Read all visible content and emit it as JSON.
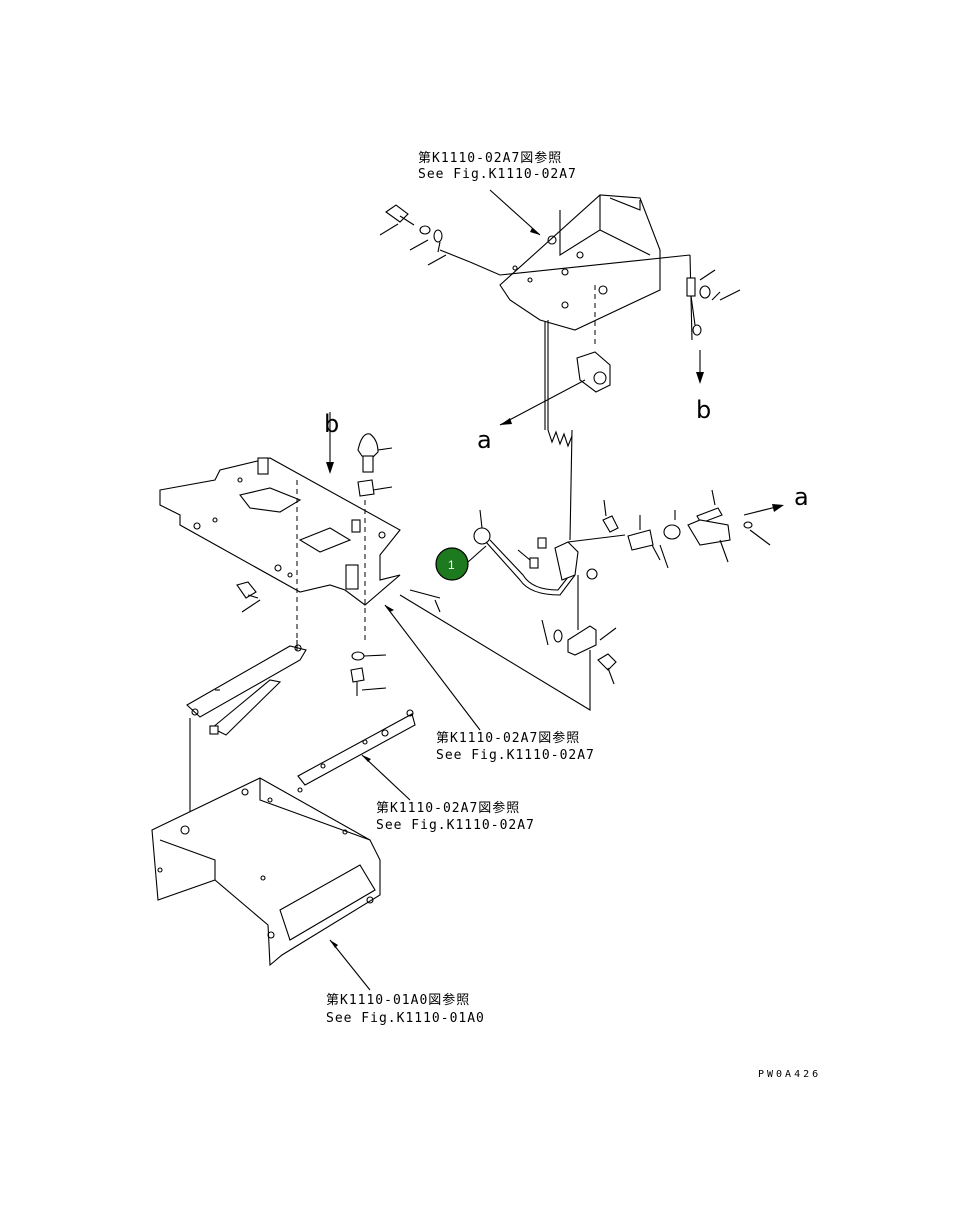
{
  "diagram": {
    "references": [
      {
        "jp": "第K1110-02A7図参照",
        "en": "See Fig.K1110-02A7"
      },
      {
        "jp": "第K1110-02A7図参照",
        "en": "See Fig.K1110-02A7"
      },
      {
        "jp": "第K1110-02A7図参照",
        "en": "See Fig.K1110-02A7"
      },
      {
        "jp": "第K1110-01A0図参照",
        "en": "See Fig.K1110-01A0"
      }
    ],
    "connectors": {
      "a_left": "a",
      "a_right": "a",
      "b_top": "b",
      "b_bottom": "b"
    },
    "callout": {
      "number": "1",
      "color": "#1e7a1e"
    },
    "drawing_code": "PW0A426"
  }
}
